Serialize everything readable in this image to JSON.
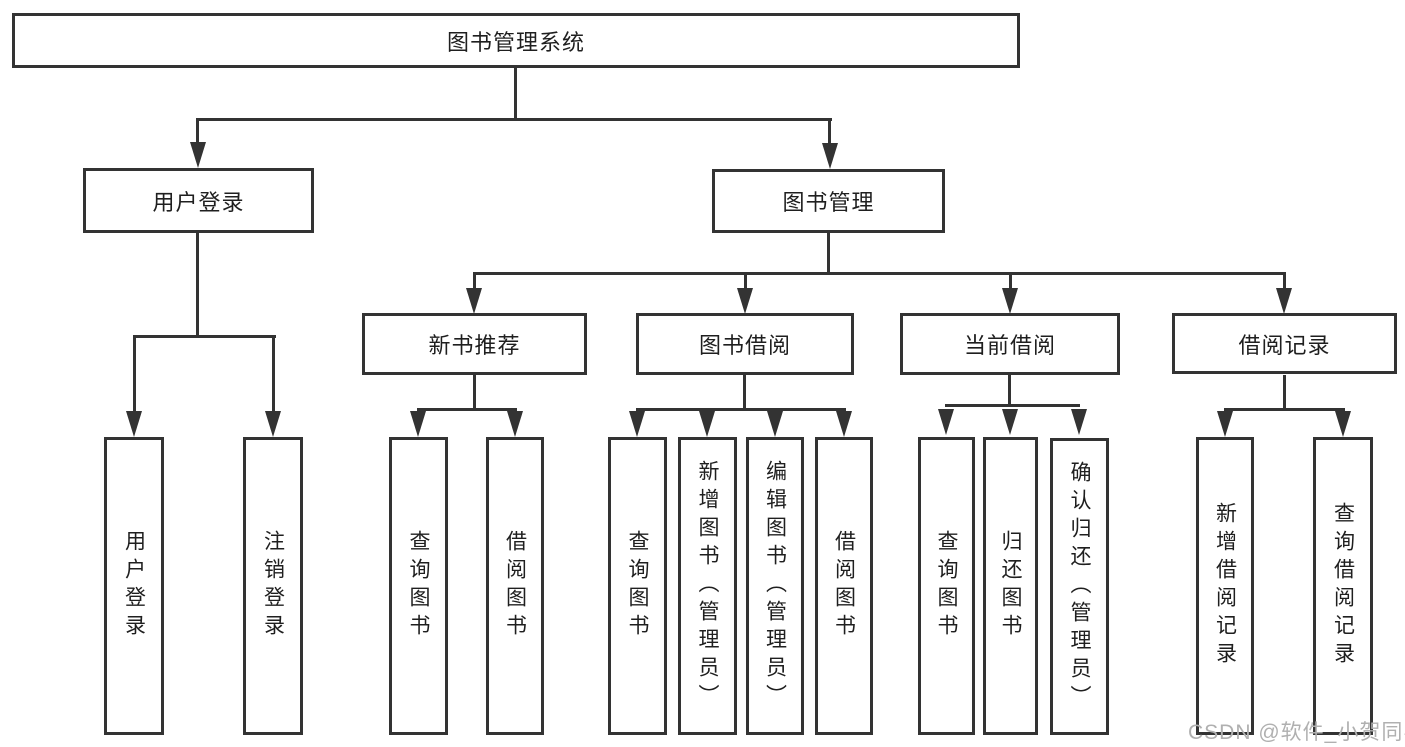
{
  "diagram_title": "图书管理系统",
  "watermark": "CSDN @软件_小贺同学",
  "colors": {
    "line": "#333333",
    "text": "#1f1f1f",
    "background": "#ffffff",
    "watermark": "#b0b0b0"
  },
  "tree": {
    "label": "图书管理系统",
    "children": [
      {
        "label": "用户登录",
        "children": [
          {
            "label": "用户登录"
          },
          {
            "label": "注销登录"
          }
        ]
      },
      {
        "label": "图书管理",
        "children": [
          {
            "label": "新书推荐",
            "children": [
              {
                "label": "查询图书"
              },
              {
                "label": "借阅图书"
              }
            ]
          },
          {
            "label": "图书借阅",
            "children": [
              {
                "label": "查询图书"
              },
              {
                "label": "新增图书（管理员）"
              },
              {
                "label": "编辑图书（管理员）"
              },
              {
                "label": "借阅图书"
              }
            ]
          },
          {
            "label": "当前借阅",
            "children": [
              {
                "label": "查询图书"
              },
              {
                "label": "归还图书"
              },
              {
                "label": "确认归还（管理员）"
              }
            ]
          },
          {
            "label": "借阅记录",
            "children": [
              {
                "label": "新增借阅记录"
              },
              {
                "label": "查询借阅记录"
              }
            ]
          }
        ]
      }
    ]
  }
}
